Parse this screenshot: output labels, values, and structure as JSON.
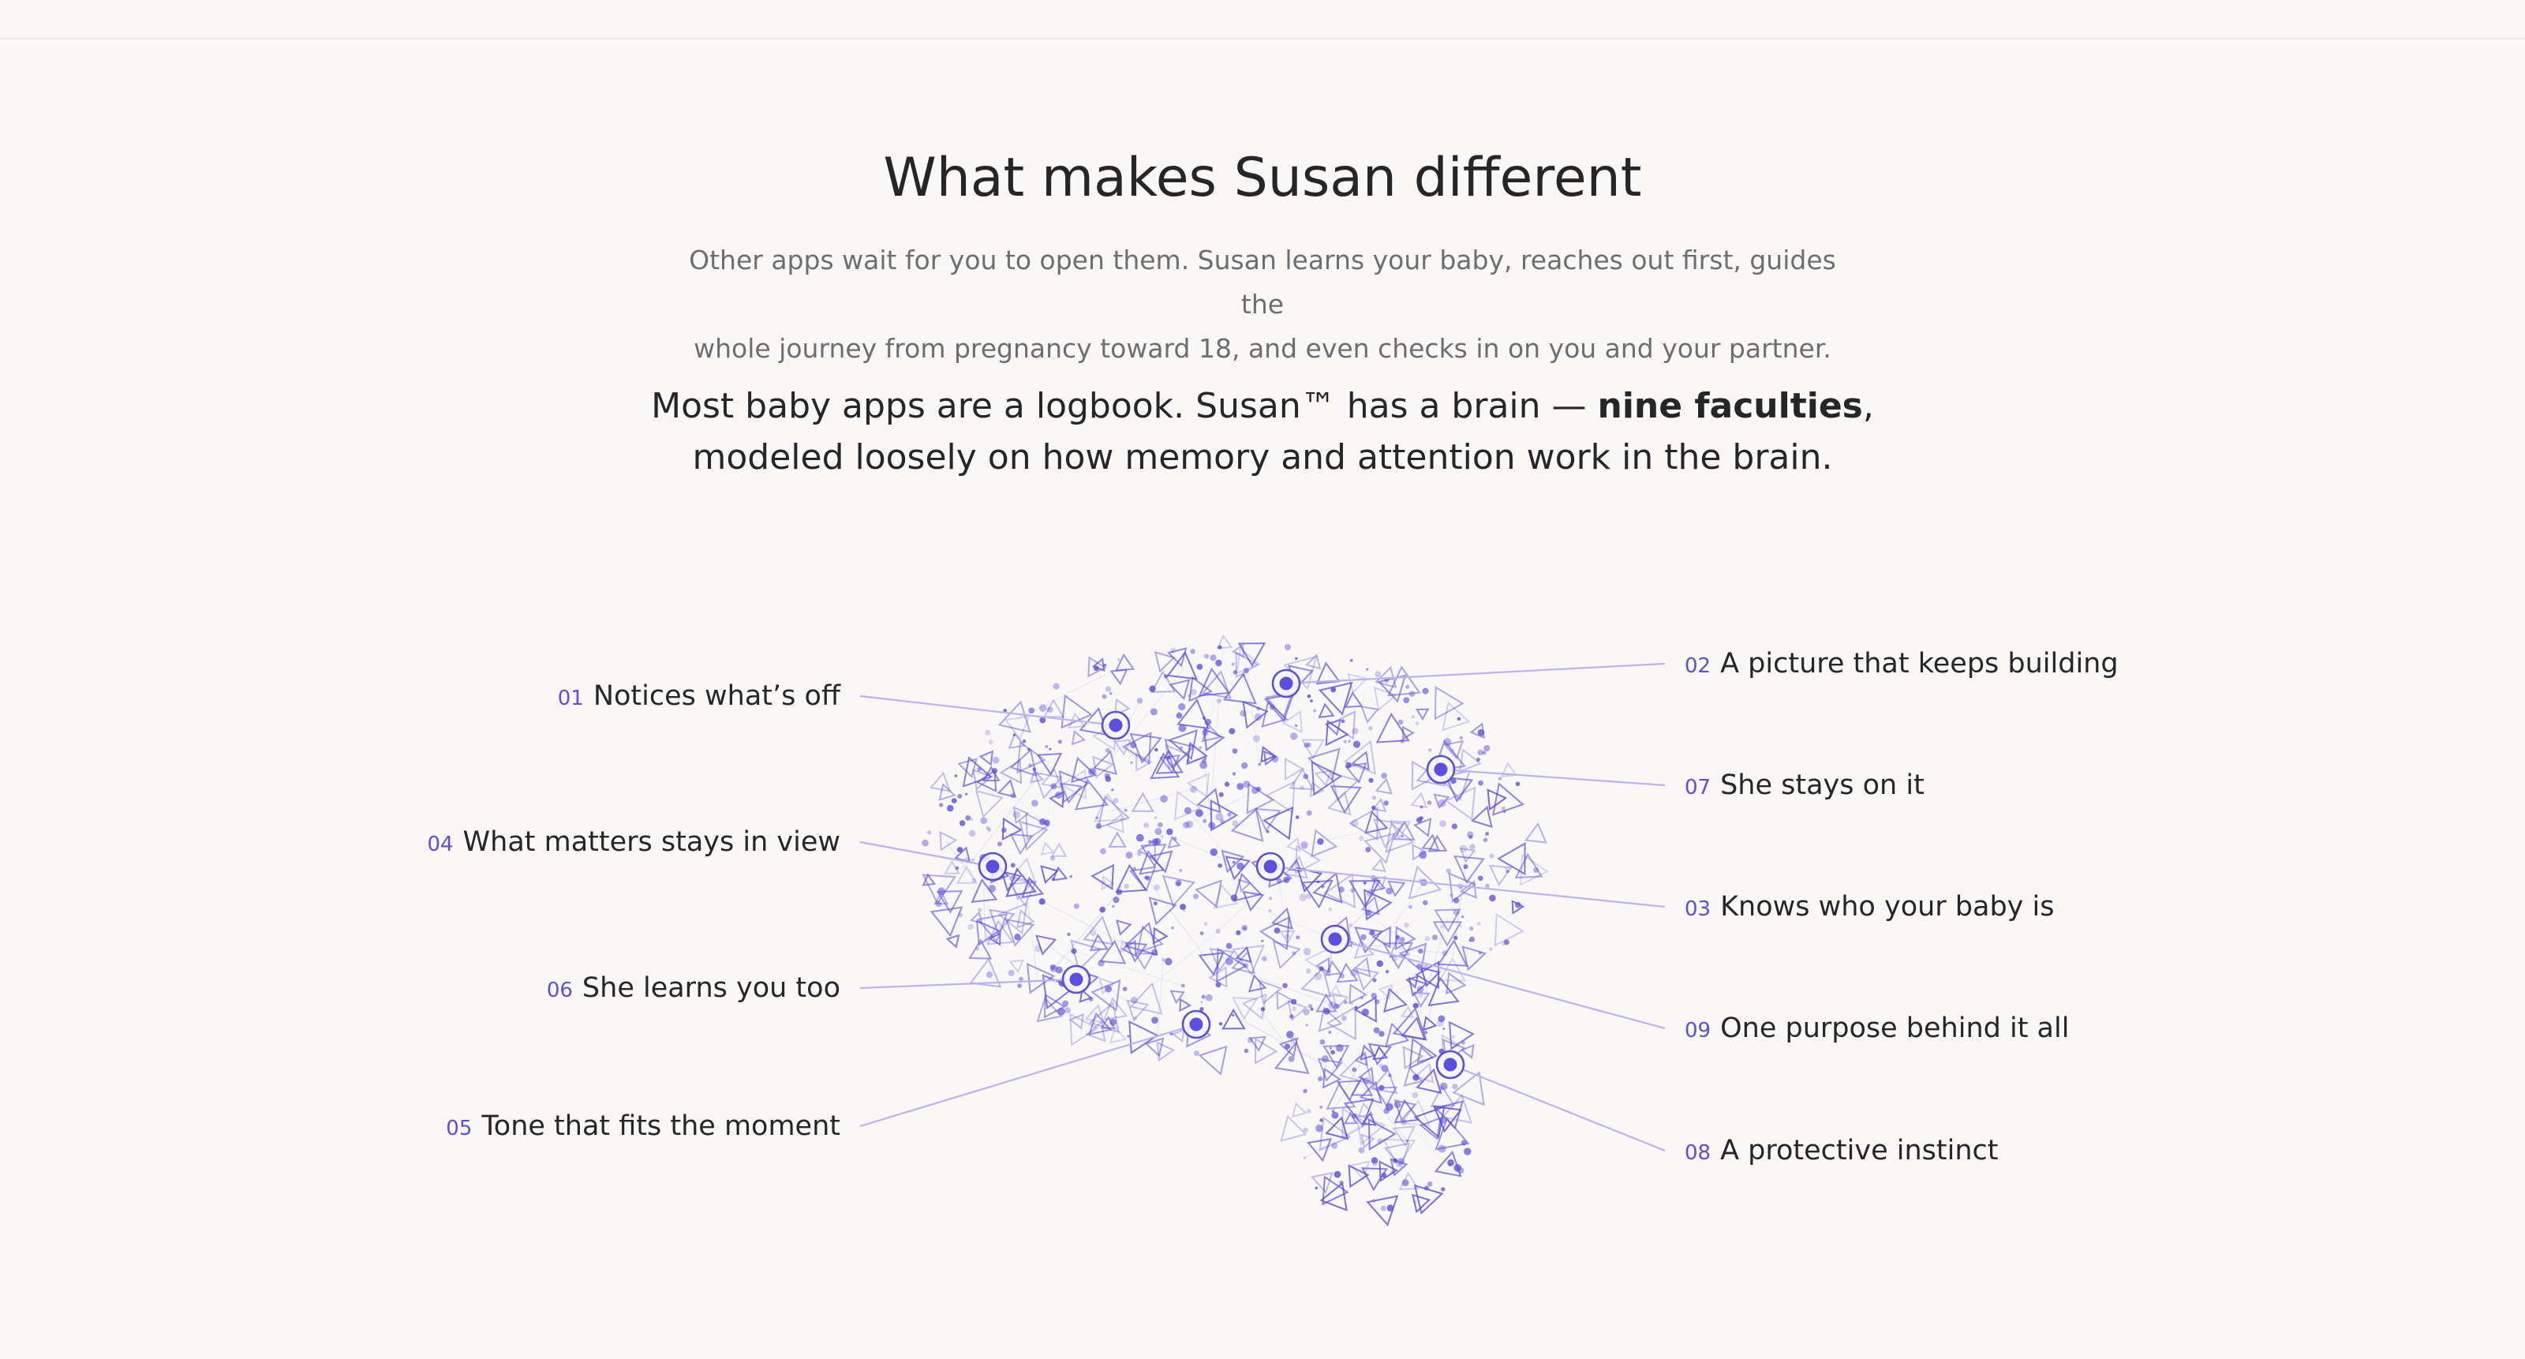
{
  "header": {
    "title": "What makes Susan different",
    "subtitle_line1": "Other apps wait for you to open them. Susan learns your baby, reaches out first, guides the",
    "subtitle_line2": "whole journey from pregnancy toward 18, and even checks in on you and your partner."
  },
  "lead": {
    "part1": "Most baby apps are a logbook. Susan™ has a brain — ",
    "bold": "nine faculties",
    "part2": ",",
    "line2": "modeled loosely on how memory and attention work in the brain."
  },
  "colors": {
    "accent": "#5b4fe0",
    "line": "#b9b3f3",
    "background": "#f9f8f6"
  },
  "faculties": [
    {
      "num": "01",
      "label": "Notices what’s off"
    },
    {
      "num": "02",
      "label": "A picture that keeps building"
    },
    {
      "num": "03",
      "label": "Knows who your baby is"
    },
    {
      "num": "04",
      "label": "What matters stays in view"
    },
    {
      "num": "05",
      "label": "Tone that fits the moment"
    },
    {
      "num": "06",
      "label": "She learns you too"
    },
    {
      "num": "07",
      "label": "She stays on it"
    },
    {
      "num": "08",
      "label": "A protective instinct"
    },
    {
      "num": "09",
      "label": "One purpose behind it all"
    }
  ]
}
